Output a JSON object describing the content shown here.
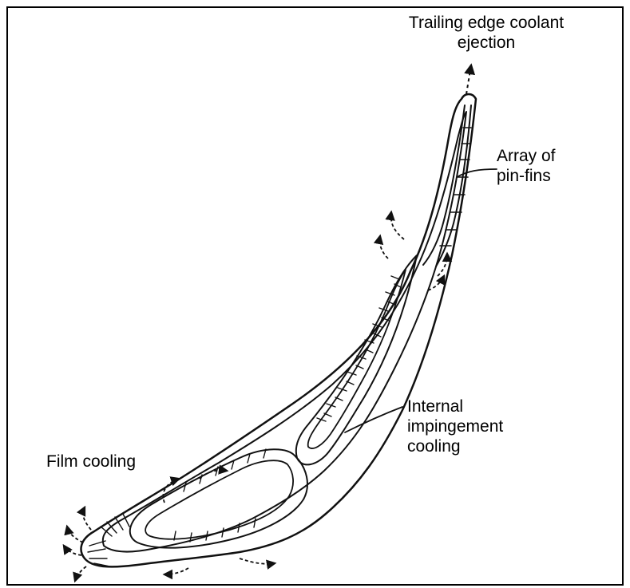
{
  "diagram": {
    "labels": {
      "trailing_line1": "Trailing edge coolant",
      "trailing_line2": "ejection",
      "pinfins_line1": "Array of",
      "pinfins_line2": "pin-fins",
      "internal_line1": "Internal",
      "internal_line2": "impingement",
      "internal_line3": "cooling",
      "film": "Film cooling"
    },
    "colors": {
      "ink": "#111111",
      "background": "#ffffff",
      "frame": "#000000"
    }
  }
}
